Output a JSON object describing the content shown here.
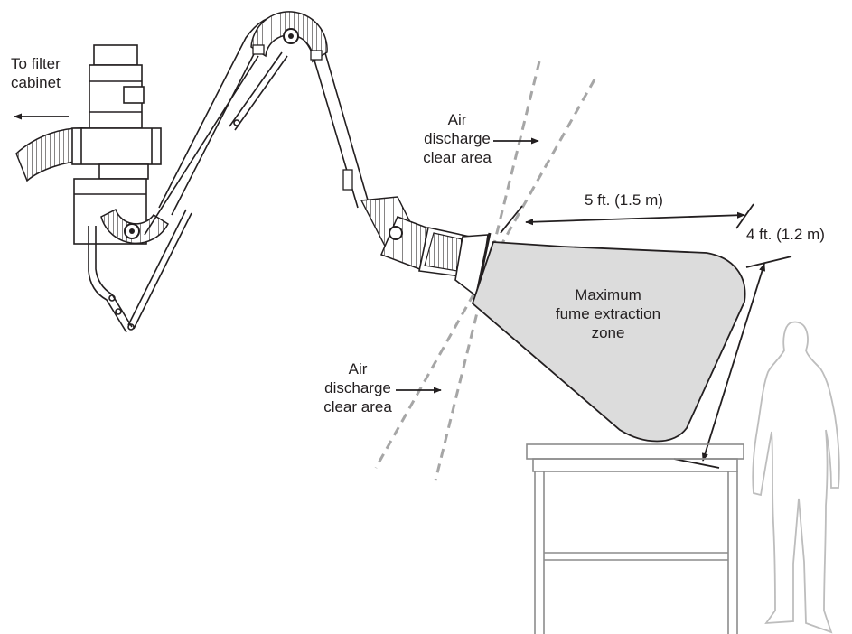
{
  "labels": {
    "to_filter_line1": "To filter",
    "to_filter_line2": "cabinet",
    "air_discharge_top_line1": "Air",
    "air_discharge_top_line2": "discharge",
    "air_discharge_top_line3": "clear area",
    "air_discharge_bottom_line1": "Air",
    "air_discharge_bottom_line2": "discharge",
    "air_discharge_bottom_line3": "clear area",
    "horizontal_dimension": "5 ft. (1.5 m)",
    "vertical_dimension": "4 ft. (1.2 m)",
    "zone_line1": "Maximum",
    "zone_line2": "fume extraction",
    "zone_line3": "zone"
  },
  "colors": {
    "line": "#231f20",
    "zone_fill": "#dcdcdc",
    "dash": "#a6a6a6",
    "person": "#bdbdbd",
    "table": "#8c8c8c"
  }
}
